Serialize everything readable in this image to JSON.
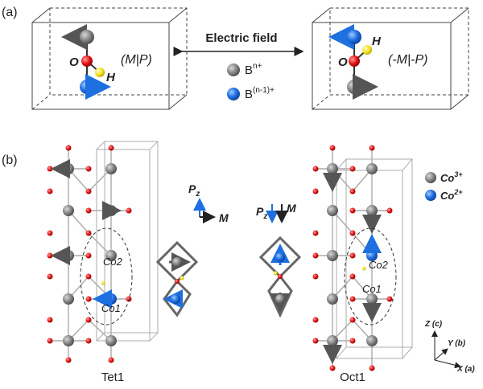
{
  "panel_a": {
    "label": "(a)",
    "left_state": "(M|P)",
    "right_state": "(-M|-P)",
    "field_label": "Electric field",
    "atom_O": "O",
    "atom_H": "H",
    "legend": [
      {
        "base": "B",
        "sup": "n+",
        "color": "#7f7f7f"
      },
      {
        "base": "B",
        "sup": "(n-1)+",
        "color": "#1e6fe0"
      }
    ]
  },
  "panel_b": {
    "label": "(b)",
    "structure_left": "Tet1",
    "structure_right": "Oct1",
    "pz_main": "P",
    "pz_sub": "z",
    "m_label": "M",
    "co2_label": "Co2",
    "co1_label": "Co1",
    "legend": [
      {
        "base": "Co",
        "sup": "3+",
        "color": "#7f7f7f"
      },
      {
        "base": "Co",
        "sup": "2+",
        "color": "#1e6fe0"
      }
    ],
    "axes": {
      "z": "Z (c)",
      "y": "Y (b)",
      "x": "X (a)"
    }
  },
  "colors": {
    "cobalt3": "#7f7f7f",
    "cobalt2": "#1e6fe0",
    "oxygen": "#e01010",
    "hydrogen": "#f2e21a",
    "label_O": "#e01010",
    "label_H": "#c8a020",
    "accent_blue": "#1e6fe0"
  }
}
